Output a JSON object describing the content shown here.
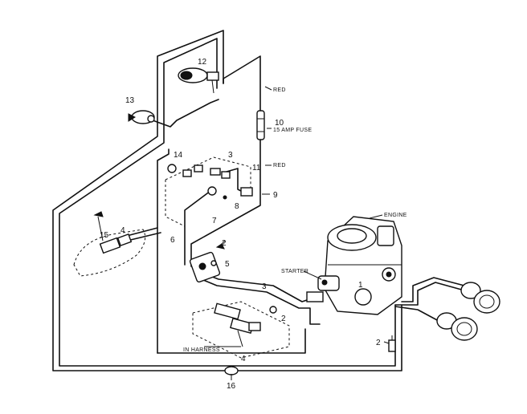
{
  "labels": {
    "engine": "ENGINE",
    "starter": "STARTER",
    "red_top": "RED",
    "red_mid": "RED",
    "fuse": "15 AMP FUSE",
    "harness": "IN HARNESS"
  },
  "callouts": {
    "c1": "1",
    "c2a": "2",
    "c2b": "2",
    "c2c": "2",
    "c3a": "3",
    "c3b": "3",
    "c4a": "4",
    "c4b": "4",
    "c5": "5",
    "c6": "6",
    "c7": "7",
    "c8": "8",
    "c9": "9",
    "c10": "10",
    "c11": "11",
    "c12": "12",
    "c13": "13",
    "c14": "14",
    "c15": "15",
    "c16": "16"
  }
}
